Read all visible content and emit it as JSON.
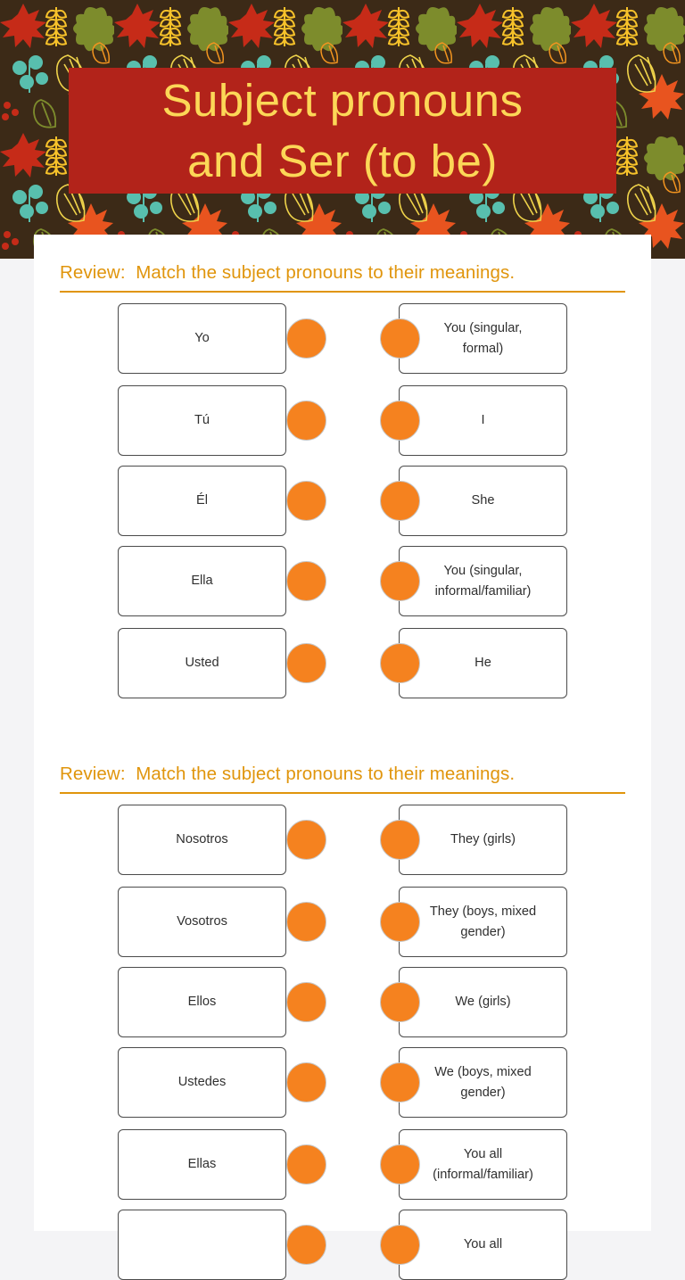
{
  "banner": {
    "title": "Subject pronouns\nand Ser (to be)",
    "plate_color": "#b2231a",
    "title_color": "#fcd757",
    "background_color": "#3c2a17",
    "leaf_colors": [
      "#c62b18",
      "#e8541f",
      "#f2941f",
      "#f7c22a",
      "#efd34a",
      "#7d8c2c",
      "#5aa89a",
      "#59c6b2"
    ]
  },
  "page": {
    "background_color": "#f4f4f6",
    "card_color": "#ffffff",
    "accent_color": "#e0950c",
    "knob_color": "#f5821f",
    "box_border_color": "#4b4b4b"
  },
  "sections": [
    {
      "heading": "Review:  Match the subject pronouns to their meanings.",
      "pairs": [
        {
          "left": "Yo",
          "right": "You (singular,\nformal)"
        },
        {
          "left": "Tú",
          "right": "I"
        },
        {
          "left": "Él",
          "right": "She"
        },
        {
          "left": "Ella",
          "right": "You (singular,\ninformal/familiar)"
        },
        {
          "left": "Usted",
          "right": "He"
        }
      ]
    },
    {
      "heading": "Review:  Match the subject pronouns to their meanings.",
      "pairs": [
        {
          "left": "Nosotros",
          "right": "They (girls)"
        },
        {
          "left": "Vosotros",
          "right": "They (boys, mixed\ngender)"
        },
        {
          "left": "Ellos",
          "right": "We (girls)"
        },
        {
          "left": "Ustedes",
          "right": "We (boys, mixed\ngender)"
        },
        {
          "left": "Ellas",
          "right": "You all\n(informal/familiar)"
        },
        {
          "left": "",
          "right": "You all"
        }
      ]
    }
  ]
}
